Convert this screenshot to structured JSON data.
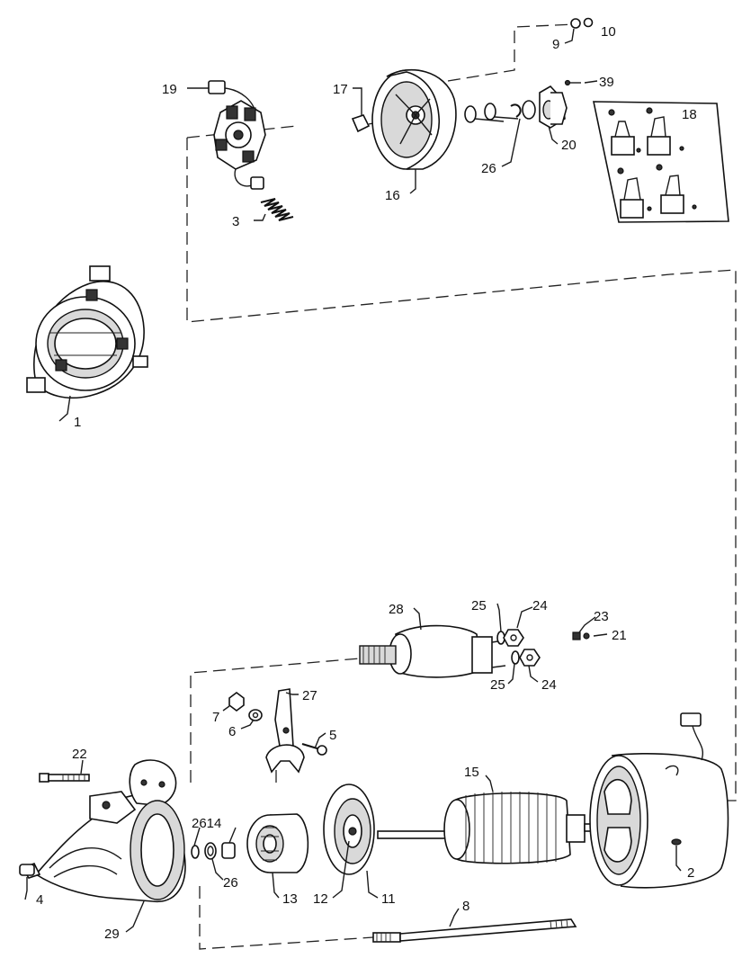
{
  "labels": {
    "l1": "1",
    "l2": "2",
    "l3": "3",
    "l4": "4",
    "l5": "5",
    "l6": "6",
    "l7": "7",
    "l8": "8",
    "l9": "9",
    "l10": "10",
    "l11": "11",
    "l12": "12",
    "l13": "13",
    "l14": "2614",
    "l15": "15",
    "l16": "16",
    "l17": "17",
    "l18": "18",
    "l19": "19",
    "l20": "20",
    "l21": "21",
    "l22": "22",
    "l23": "23",
    "l24a": "24",
    "l24b": "24",
    "l25a": "25",
    "l25b": "25",
    "l26a": "26",
    "l26b": "26",
    "l27": "27",
    "l28": "28",
    "l29": "29",
    "l39": "39"
  }
}
